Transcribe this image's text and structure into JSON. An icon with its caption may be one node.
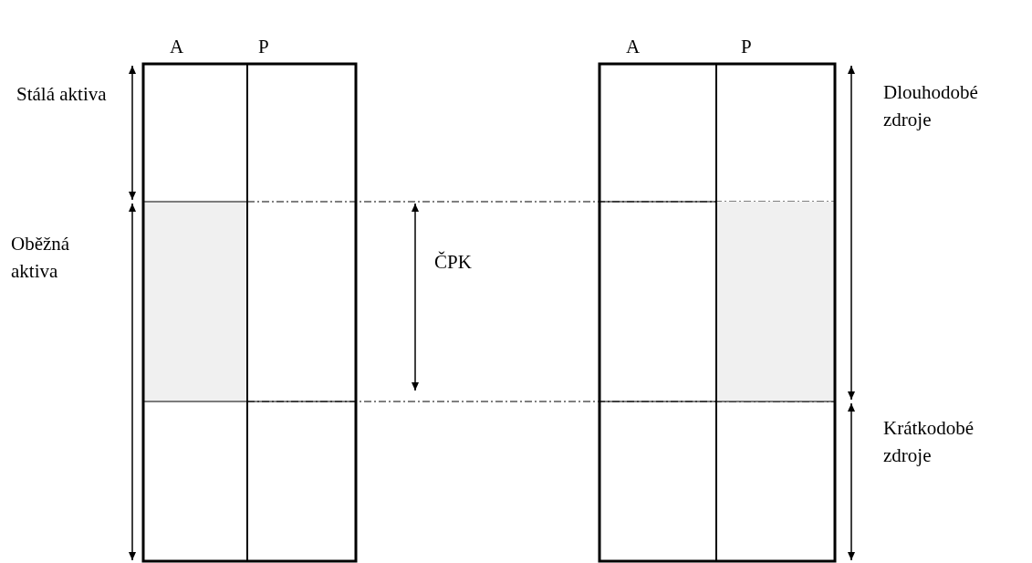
{
  "diagram": {
    "labels": [
      "A",
      "P",
      "A",
      "P",
      "Stálá aktiva",
      "Dlouhodobé zdroje",
      "Oběžná aktiva",
      "ČPK",
      "Krátkodobé zdroje"
    ]
  }
}
